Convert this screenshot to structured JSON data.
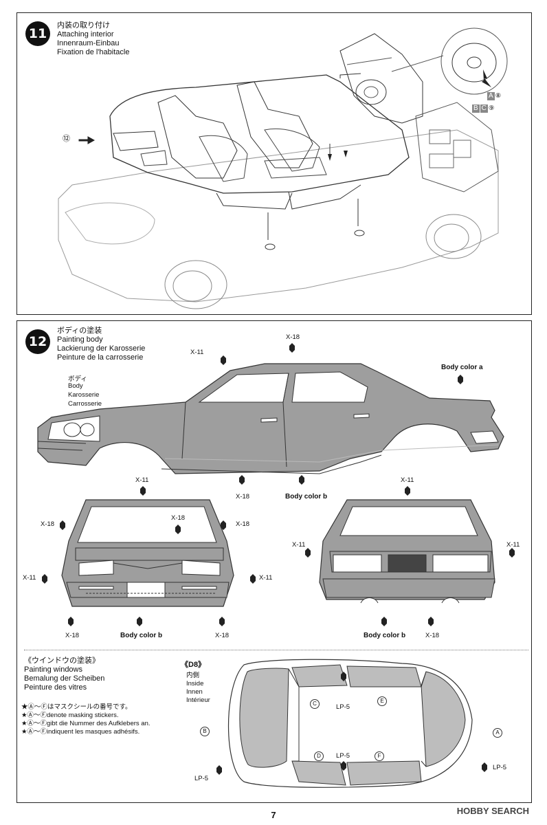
{
  "step11": {
    "number": "11",
    "titles": [
      "内装の取り付け",
      "Attaching interior",
      "Innenraum-Einbau",
      "Fixation de l'habitacle"
    ],
    "part_ref": "⑫",
    "steering_ref_a": {
      "badge": "A",
      "num": "⑧"
    },
    "steering_ref_bc": {
      "badge1": "B",
      "badge2": "C",
      "num": "⑨"
    }
  },
  "step12": {
    "number": "12",
    "titles": [
      "ボディの塗装",
      "Painting body",
      "Lackierung der Karosserie",
      "Peinture de la carrosserie"
    ],
    "body_label": [
      "ボディ",
      "Body",
      "Karosserie",
      "Carrosserie"
    ],
    "paints": {
      "x18": "X-18",
      "x11": "X-11",
      "body_a": "Body color a",
      "body_b": "Body color b",
      "lp5": "LP-5"
    }
  },
  "windows": {
    "titles": [
      "《ウインドウの塗装》",
      "Painting windows",
      "Bemalung der Scheiben",
      "Peinture des vitres"
    ],
    "notes": [
      "★Ⓐ～Ⓕはマスクシールの番号です。",
      "★Ⓐ～Ⓕdenote masking stickers.",
      "★Ⓐ～Ⓕgibt die Nummer des Aufklebers an.",
      "★Ⓐ～Ⓕindiquent les masques adhésifs."
    ],
    "part": "《D8》",
    "inside": [
      "内側",
      "Inside",
      "Innen",
      "Intérieur"
    ],
    "masks": [
      "A",
      "B",
      "C",
      "D",
      "E",
      "F"
    ]
  },
  "page_number": "7",
  "watermark": "HOBBY SEARCH"
}
